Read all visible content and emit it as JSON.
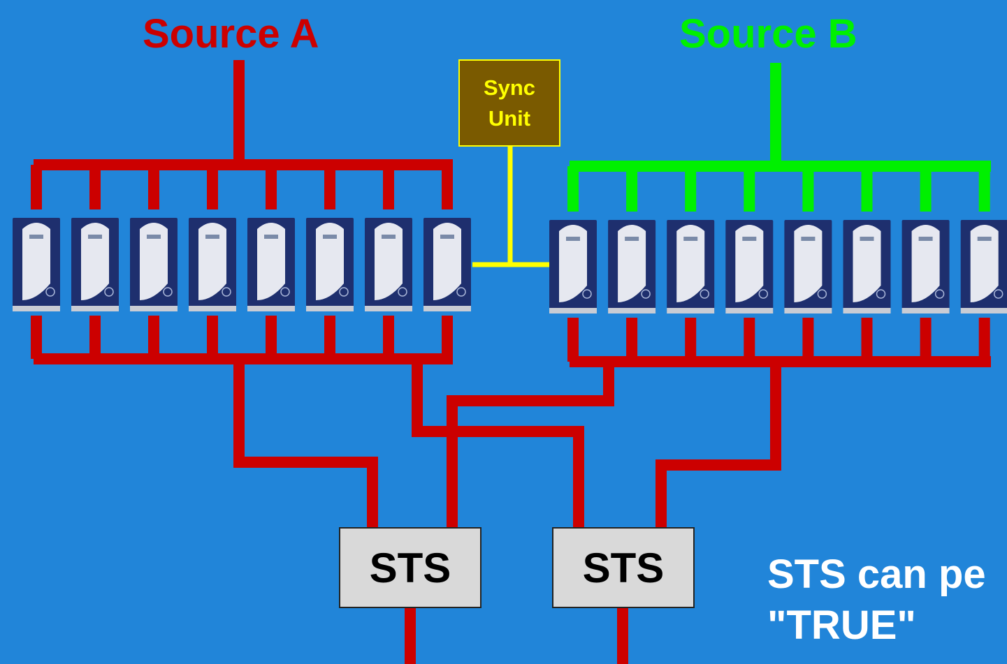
{
  "diagram": {
    "source_a_label": "Source A",
    "source_b_label": "Source B",
    "sync_unit_lines": [
      "Sync",
      "Unit"
    ],
    "sts_labels": [
      "STS",
      "STS"
    ],
    "note_lines": [
      "STS can pe",
      "\"TRUE\"",
      ""
    ],
    "colors": {
      "background": "#2185d9",
      "source_a": "#cc0000",
      "source_b": "#00f000",
      "sync": "#ffff00",
      "sync_fill": "#7a5a00",
      "sts_fill": "#d9d9d9"
    },
    "ups_units_per_bank": 8,
    "icons": {
      "ups_unit": "ups-cabinet-icon"
    }
  }
}
